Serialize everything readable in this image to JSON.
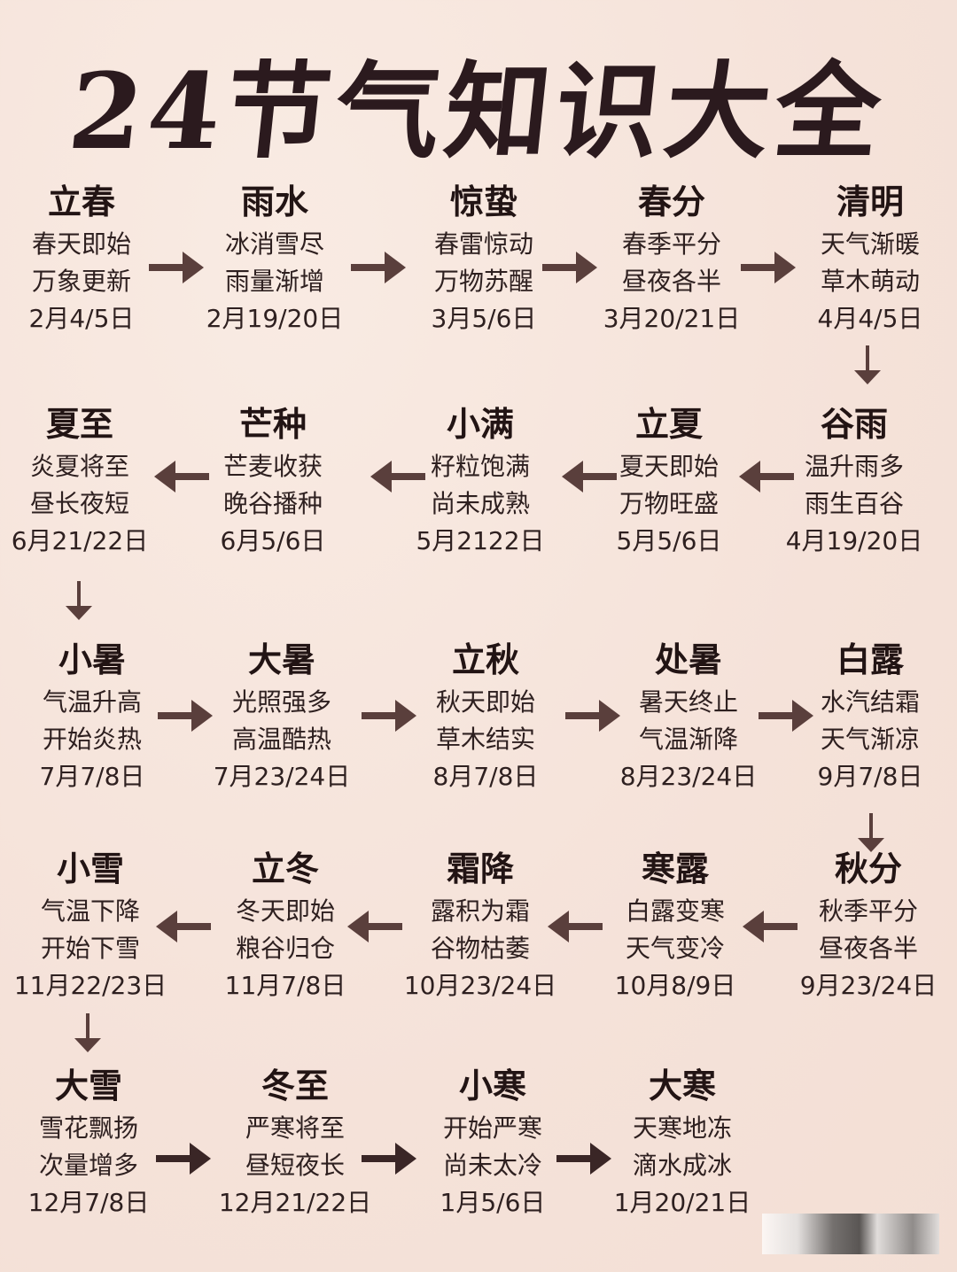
{
  "title": "24节气知识大全",
  "terms": [
    {
      "name": "立春",
      "desc1": "春天即始",
      "desc2": "万象更新",
      "date": "2月4/5日"
    },
    {
      "name": "雨水",
      "desc1": "冰消雪尽",
      "desc2": "雨量渐增",
      "date": "2月19/20日"
    },
    {
      "name": "惊蛰",
      "desc1": "春雷惊动",
      "desc2": "万物苏醒",
      "date": "3月5/6日"
    },
    {
      "name": "春分",
      "desc1": "春季平分",
      "desc2": "昼夜各半",
      "date": "3月20/21日"
    },
    {
      "name": "清明",
      "desc1": "天气渐暖",
      "desc2": "草木萌动",
      "date": "4月4/5日"
    },
    {
      "name": "谷雨",
      "desc1": "温升雨多",
      "desc2": "雨生百谷",
      "date": "4月19/20日"
    },
    {
      "name": "立夏",
      "desc1": "夏天即始",
      "desc2": "万物旺盛",
      "date": "5月5/6日"
    },
    {
      "name": "小满",
      "desc1": "籽粒饱满",
      "desc2": "尚未成熟",
      "date": "5月2122日"
    },
    {
      "name": "芒种",
      "desc1": "芒麦收获",
      "desc2": "晚谷播种",
      "date": "6月5/6日"
    },
    {
      "name": "夏至",
      "desc1": "炎夏将至",
      "desc2": "昼长夜短",
      "date": "6月21/22日"
    },
    {
      "name": "小暑",
      "desc1": "气温升高",
      "desc2": "开始炎热",
      "date": "7月7/8日"
    },
    {
      "name": "大暑",
      "desc1": "光照强多",
      "desc2": "高温酷热",
      "date": "7月23/24日"
    },
    {
      "name": "立秋",
      "desc1": "秋天即始",
      "desc2": "草木结实",
      "date": "8月7/8日"
    },
    {
      "name": "处暑",
      "desc1": "暑天终止",
      "desc2": "气温渐降",
      "date": "8月23/24日"
    },
    {
      "name": "白露",
      "desc1": "水汽结霜",
      "desc2": "天气渐凉",
      "date": "9月7/8日"
    },
    {
      "name": "秋分",
      "desc1": "秋季平分",
      "desc2": "昼夜各半",
      "date": "9月23/24日"
    },
    {
      "name": "寒露",
      "desc1": "白露变寒",
      "desc2": "天气变冷",
      "date": "10月8/9日"
    },
    {
      "name": "霜降",
      "desc1": "露积为霜",
      "desc2": "谷物枯萎",
      "date": "10月23/24日"
    },
    {
      "name": "立冬",
      "desc1": "冬天即始",
      "desc2": "粮谷归仓",
      "date": "11月7/8日"
    },
    {
      "name": "小雪",
      "desc1": "气温下降",
      "desc2": "开始下雪",
      "date": "11月22/23日"
    },
    {
      "name": "大雪",
      "desc1": "雪花飘扬",
      "desc2": "次量增多",
      "date": "12月7/8日"
    },
    {
      "name": "冬至",
      "desc1": "严寒将至",
      "desc2": "昼短夜长",
      "date": "12月21/22日"
    },
    {
      "name": "小寒",
      "desc1": "开始严寒",
      "desc2": "尚未太冷",
      "date": "1月5/6日"
    },
    {
      "name": "大寒",
      "desc1": "天寒地冻",
      "desc2": "滴水成冰",
      "date": "1月20/21日"
    }
  ],
  "colors": {
    "background": "#f6e4dc",
    "text": "#2a1c1c",
    "arrow": "#5a3f3c"
  }
}
